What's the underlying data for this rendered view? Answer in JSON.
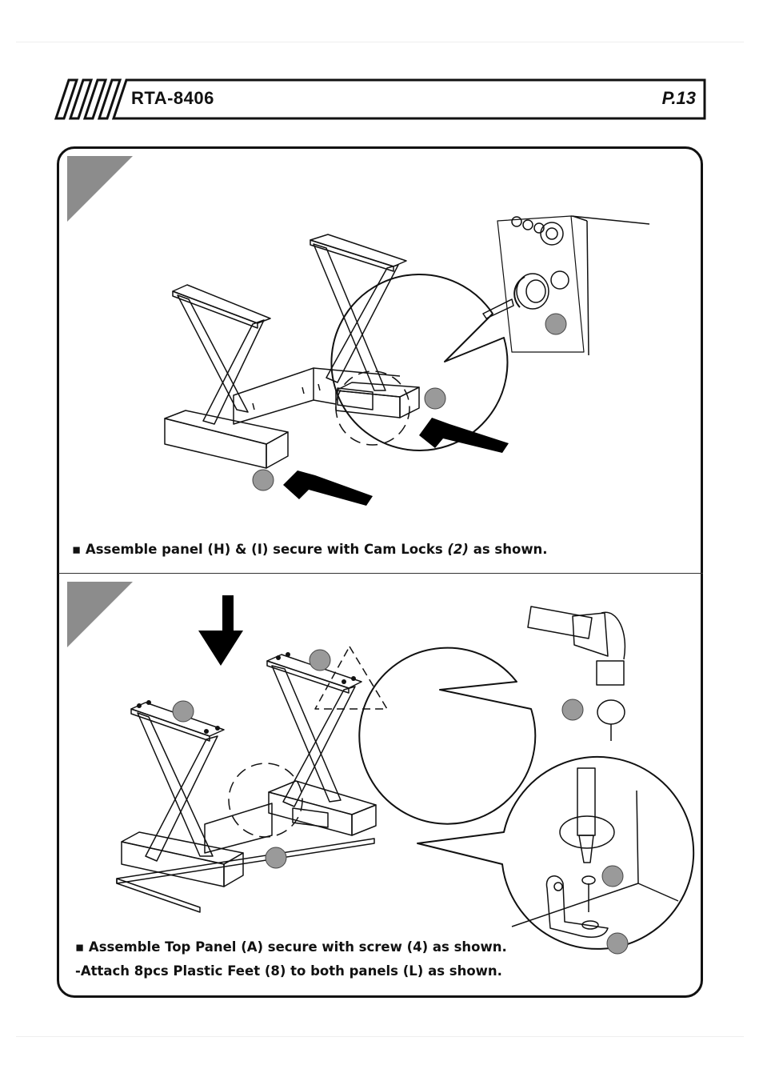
{
  "header": {
    "model": "RTA-8406",
    "page": "P.13"
  },
  "step1": {
    "instruction_prefix": "▪ Assemble  panel (H) & (I) secure with Cam Locks ",
    "instruction_qty": "(2)",
    "instruction_suffix": " as shown."
  },
  "step2": {
    "instruction_line1": "▪ Assemble  Top Panel (A) secure with screw (4) as shown.",
    "instruction_line2": "-Attach 8pcs Plastic Feet (8) to both panels (L) as shown."
  },
  "colors": {
    "ink": "#111111",
    "step_marker": "#8c8c8c",
    "part_marker": "#9a9a9a"
  },
  "icons": [
    "arrow-left-icon",
    "arrow-down-icon",
    "rotate-icon",
    "hammer-icon",
    "screwdriver-icon"
  ]
}
